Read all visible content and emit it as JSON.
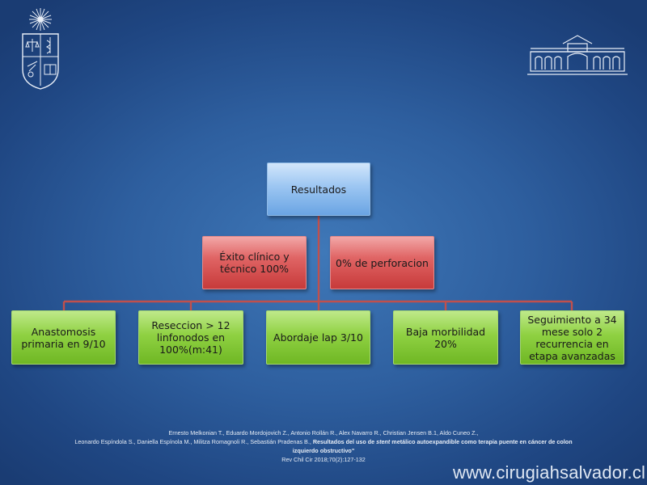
{
  "diagram": {
    "root": {
      "label": "Resultados"
    },
    "middle": [
      {
        "label": "Éxito clínico y técnico 100%"
      },
      {
        "label": "0% de perforacion"
      }
    ],
    "bottom": [
      {
        "label": "Anastomosis primaria en 9/10"
      },
      {
        "label": "Reseccion > 12 linfonodos en 100%(m:41)"
      },
      {
        "label": "Abordaje lap 3/10"
      },
      {
        "label": "Baja morbilidad 20%"
      },
      {
        "label": "Seguimiento a 34 mese solo 2 recurrencia en etapa avanzadas"
      }
    ]
  },
  "citation": {
    "line1": "Ernesto Melkonian T., Eduardo Mordojovich Z., Antonio Rollán R., Alex Navarro R., Christian Jensen B.1, Aldo Cuneo Z.,",
    "line2_authors": "Leonardo Espíndola S., Daniella Espínola M., Militza Romagnoli R., Sebastián Pradenas B., ",
    "line2_title_a": "Resultados del uso de ",
    "line2_title_em": "stent",
    "line2_title_b": " metálico autoexpandible como terapia puente en cáncer de colon",
    "line3": "izquierdo obstructivo\"",
    "line4": "Rev Chil Cir 2018;70(2):127-132"
  },
  "footer": {
    "website": "www.cirugiahsalvador.cl"
  },
  "colors": {
    "background": "#2e5f9f",
    "connector": "#c0504d",
    "root_box": "#9cc6f2",
    "middle_box": "#e06565",
    "bottom_box": "#8fd142"
  }
}
